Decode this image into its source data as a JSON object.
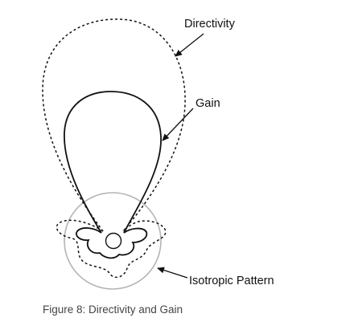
{
  "labels": {
    "directivity": "Directivity",
    "gain": "Gain",
    "isotropic": "Isotropic Pattern"
  },
  "caption": "Figure 8: Directivity and Gain",
  "colors": {
    "line": "#111111",
    "isotropic_circle": "#b4b4b4",
    "caption": "#444444"
  }
}
